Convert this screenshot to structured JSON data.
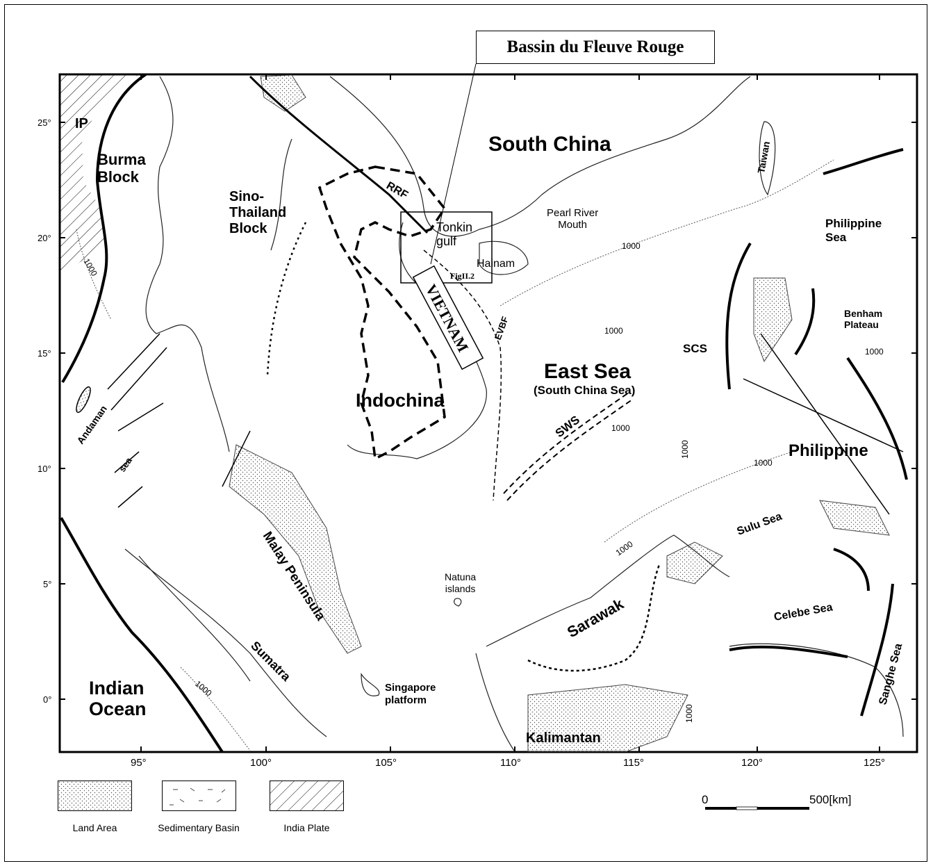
{
  "callout_title": "Bassin du Fleuve Rouge",
  "regions": {
    "south_china": "South China",
    "burma_block": "Burma\nBlock",
    "sino_thailand": "Sino-\nThailand\nBlock",
    "indochina": "Indochina",
    "vietnam": "VIETNAM",
    "east_sea": "East Sea",
    "east_sea_sub": "(South China Sea)",
    "philippine": "Philippine",
    "philippine_sea": "Philippine\nSea",
    "indian_ocean": "Indian\nOcean",
    "kalimantan": "Kalimantan",
    "sarawak": "Sarawak",
    "malay_peninsula": "Malay Peninsula",
    "sumatra": "Sumatra",
    "andaman_sea": "Andaman",
    "andaman_sea2": "sea",
    "taiwan": "Taiwan",
    "tonkin_gulf": "Tonkin\ngulf",
    "hainam": "Hainam",
    "pearl_river": "Pearl River\nMouth",
    "benham": "Benham\nPlateau",
    "sulu_sea": "Sulu Sea",
    "celebe_sea": "Celebe Sea",
    "sanghe_sea": "Sanghe Sea",
    "natuna": "Natuna\nislands",
    "singapore": "Singapore\nplatform",
    "ip": "IP"
  },
  "faults": {
    "rrf": "RRF",
    "evbf": "EVBF",
    "sws": "SWS",
    "scs": "SCS",
    "fig_ref": "FigII.2"
  },
  "isobath": "1000",
  "lat_ticks": [
    "25°",
    "20°",
    "15°",
    "10°",
    "5°",
    "0°"
  ],
  "lon_ticks": [
    "95°",
    "100°",
    "105°",
    "110°",
    "115°",
    "120°",
    "125°"
  ],
  "scale": {
    "start": "0",
    "end": "500[km]"
  },
  "legend": [
    {
      "label": "Land Area",
      "pattern": "dots"
    },
    {
      "label": "Sedimentary Basin",
      "pattern": "dashes"
    },
    {
      "label": "India Plate",
      "pattern": "hatch"
    }
  ]
}
